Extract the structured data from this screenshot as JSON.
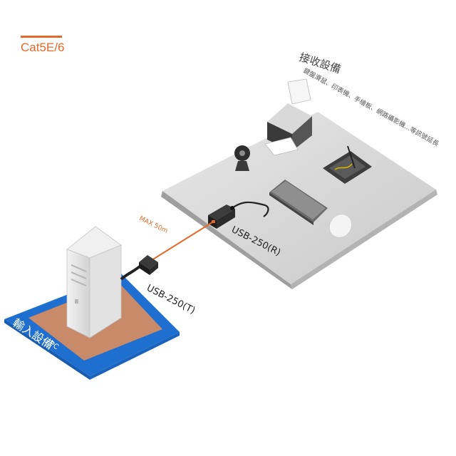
{
  "cable_type": {
    "label": "Cat5E/6",
    "color": "#e2692a"
  },
  "receiving_device": {
    "title": "接收設備",
    "subtitle": "鍵盤滑鼠、印表機、手繪板、網路攝影機...等訊號延長",
    "items": [
      "printer-icon",
      "webcam-icon",
      "drawing-tablet-icon",
      "keyboard-icon",
      "mouse-icon"
    ]
  },
  "cable": {
    "label": "MAX 50m",
    "color": "#e2692a"
  },
  "receiver": {
    "label": "USB-250(R)"
  },
  "transmitter": {
    "label": "USB-250(T)"
  },
  "input_device": {
    "title": "輸入設備",
    "subtitle": "PC",
    "platform_color": "#1f6fd0",
    "mat_color": "#c98a6a"
  }
}
